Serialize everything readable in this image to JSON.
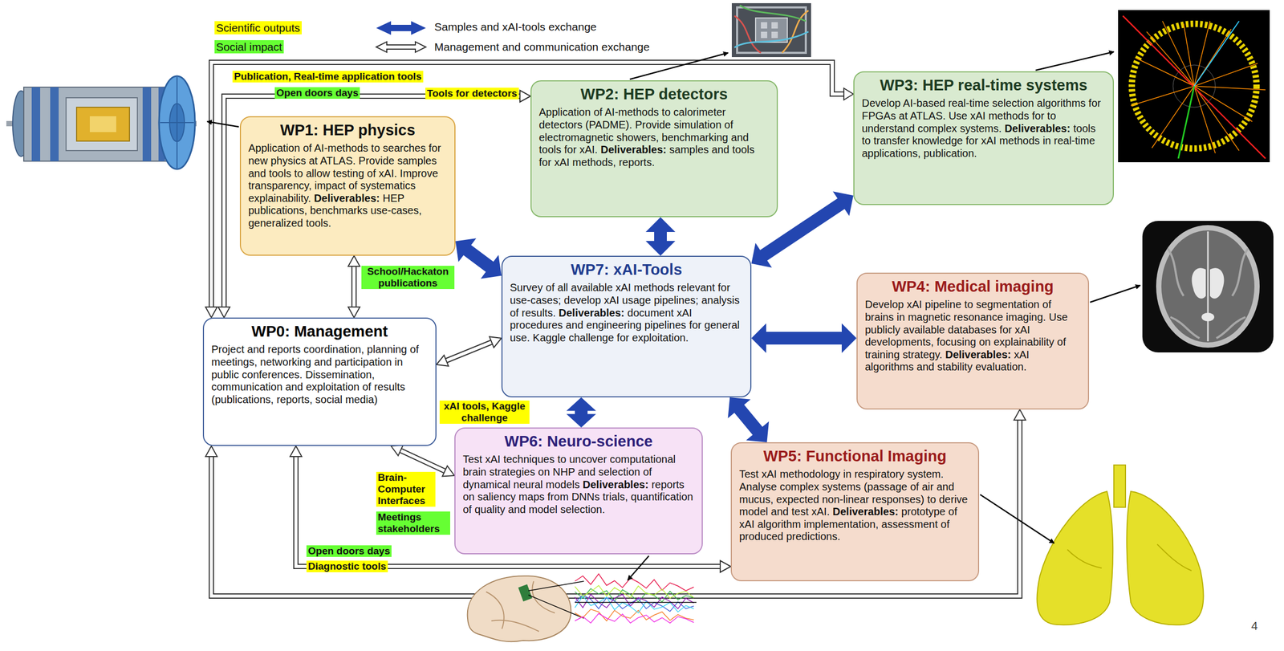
{
  "diagram": {
    "nodes": [
      {
        "text": [
          "WP1: HEP physics",
          "Application of AI-methods to searches for new physics at ATLAS. Provide samples and tools to allow testing of xAI. Improve transparency, impact of systematics explainability.",
          "Deliverables:",
          "HEP publications, benchmarks use-cases, generalized tools."
        ]
      },
      {
        "text": [
          "WP2: HEP detectors",
          "Application of AI-methods to calorimeter detectors (PADME). Provide simulation of electromagnetic showers, benchmarking and tools for xAI.",
          "Deliverables:",
          "samples and tools for xAI methods, reports."
        ]
      },
      {
        "text": [
          "WP3: HEP real-time systems",
          "Develop AI-based real-time selection algorithms for FPGAs at ATLAS. Use xAI methods for to understand complex systems.",
          "Deliverables:",
          "tools to transfer knowledge for xAI methods in real-time applications, publication."
        ]
      },
      {
        "text": [
          "WP0: Management",
          "Project and reports coordination, planning of meetings, networking and participation in public conferences. Dissemination, communication and exploitation of results (publications, reports, social media)"
        ]
      },
      {
        "text": [
          "WP7: xAI-Tools",
          "Survey of all available xAI methods relevant for use-cases; develop xAI usage pipelines; analysis of results.",
          "Deliverables:",
          "document xAI procedures and engineering pipelines for general use. Kaggle challenge for exploitation."
        ]
      },
      {
        "text": [
          "WP4: Medical imaging",
          "Develop xAI pipeline to segmentation of brains in magnetic resonance imaging. Use publicly available databases for xAI developments, focusing on explainability of training strategy.",
          "Deliverables:",
          "xAI algorithms and stability evaluation."
        ]
      },
      {
        "text": [
          "WP6: Neuro-science",
          "Test xAI techniques to uncover computational brain strategies on NHP and selection of dynamical neural models",
          "Deliverables:",
          "reports on saliency maps from DNNs trials, quantification of quality and model selection."
        ]
      },
      {
        "text": [
          "WP5: Functional Imaging",
          "Test xAI methodology in respiratory system. Analyse complex systems (passage of air and mucus, expected non-linear responses) to derive model and test xAI.",
          "Deliverables:",
          "prototype of xAI algorithm implementation, assessment of produced predictions."
        ]
      }
    ],
    "edges": [
      {
        "from": 4,
        "to": 0,
        "arrow": "both"
      },
      {
        "from": 4,
        "to": 1,
        "arrow": "both"
      },
      {
        "from": 4,
        "to": 2,
        "arrow": "both"
      },
      {
        "from": 4,
        "to": 5,
        "arrow": "both"
      },
      {
        "from": 4,
        "to": 7,
        "arrow": "both"
      },
      {
        "from": 4,
        "to": 6,
        "arrow": "both"
      },
      {
        "from": 3,
        "to": 0,
        "arrow": "both",
        "label": "School/Hackaton publications"
      },
      {
        "from": 3,
        "to": 4,
        "arrow": "both",
        "label": "xAI tools, Kaggle challenge"
      },
      {
        "from": 3,
        "to": 6,
        "arrow": "both",
        "label": "Brain-Computer Interfaces"
      },
      {
        "from": 3,
        "to": 2,
        "arrow": "both",
        "label": "Publication, Real-time application tools"
      },
      {
        "from": 3,
        "to": 1,
        "arrow": "both",
        "label": "Tools for detectors"
      },
      {
        "from": 3,
        "to": 5,
        "arrow": "both"
      },
      {
        "from": 3,
        "to": 7,
        "arrow": "both",
        "label": "Diagnostic tools"
      }
    ],
    "labels": [
      "Open doors days",
      "Meetings stakeholders",
      "Open doors days",
      "4"
    ],
    "legend": [
      {
        "text": "Scientific outputs",
        "color": "#ffff00"
      },
      {
        "text": "Social impact",
        "color": "#66ff33"
      },
      {
        "text": "Samples and xAI-tools exchange"
      },
      {
        "text": "Management and communication exchange"
      }
    ]
  }
}
